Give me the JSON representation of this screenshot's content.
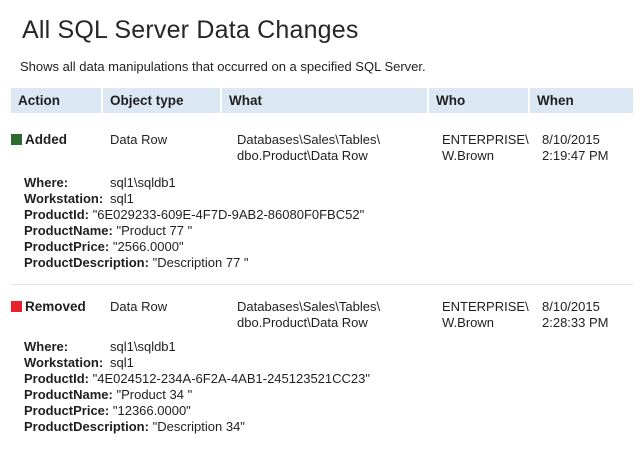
{
  "report": {
    "title": "All SQL Server Data Changes",
    "subtitle": "Shows all data manipulations that occurred on a specified SQL Server."
  },
  "columns": {
    "action": "Action",
    "object_type": "Object type",
    "what": "What",
    "who": "Who",
    "when": "When"
  },
  "records": [
    {
      "action": "Added",
      "marker_color": "#2e6b30",
      "object_type": "Data Row",
      "what_line1": "Databases\\Sales\\Tables\\",
      "what_line2": "dbo.Product\\Data Row",
      "who_line1": "ENTERPRISE\\",
      "who_line2": "W.Brown",
      "when_line1": "8/10/2015",
      "when_line2": "2:19:47 PM",
      "details": {
        "where_label": "Where:",
        "where_value": "sql1\\sqldb1",
        "workstation_label": "Workstation:",
        "workstation_value": "sql1",
        "productid_label": "ProductId:",
        "productid_value": "\"6E029233-609E-4F7D-9AB2-86080F0FBC52\"",
        "productname_label": "ProductName:",
        "productname_value": "\"Product 77 \"",
        "productprice_label": "ProductPrice:",
        "productprice_value": "\"2566.0000\"",
        "productdescription_label": "ProductDescription:",
        "productdescription_value": "\"Description 77 \""
      }
    },
    {
      "action": "Removed",
      "marker_color": "#e8202e",
      "object_type": "Data Row",
      "what_line1": "Databases\\Sales\\Tables\\",
      "what_line2": "dbo.Product\\Data Row",
      "who_line1": "ENTERPRISE\\",
      "who_line2": "W.Brown",
      "when_line1": "8/10/2015",
      "when_line2": "2:28:33 PM",
      "details": {
        "where_label": "Where:",
        "where_value": "sql1\\sqldb1",
        "workstation_label": "Workstation:",
        "workstation_value": "sql1",
        "productid_label": "ProductId:",
        "productid_value": "\"4E024512-234A-6F2A-4AB1-245123521CC23\"",
        "productname_label": "ProductName:",
        "productname_value": "\"Product 34 \"",
        "productprice_label": "ProductPrice:",
        "productprice_value": "\"12366.0000\"",
        "productdescription_label": "ProductDescription:",
        "productdescription_value": "\"Description 34\""
      }
    }
  ]
}
